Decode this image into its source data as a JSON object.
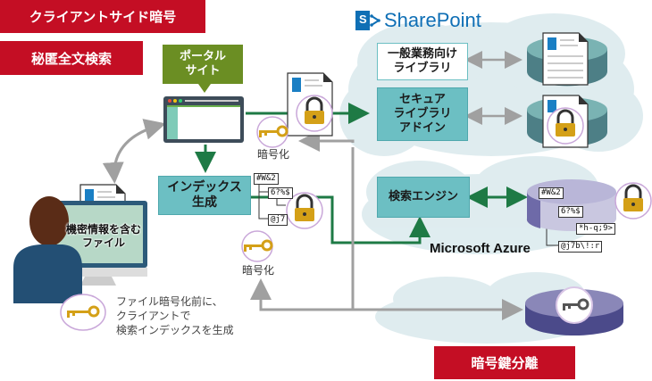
{
  "labels": {
    "client_side_encryption": "クライアントサイド暗号",
    "secret_fulltext_search": "秘匿全文検索",
    "key_separation": "暗号鍵分離"
  },
  "portal": {
    "callout_line1": "ポータル",
    "callout_line2": "サイト"
  },
  "sharepoint": {
    "logo_letter": "S",
    "brand": "SharePoint",
    "general_library_line1": "一般業務向け",
    "general_library_line2": "ライブラリ",
    "secure_library_line1": "セキュア",
    "secure_library_line2": "ライブラリ",
    "secure_library_line3": "アドイン"
  },
  "index_gen": {
    "line1": "インデックス",
    "line2": "生成"
  },
  "encrypt_labels": {
    "top": "暗号化",
    "middle": "暗号化"
  },
  "search_engine": "検索エンジン",
  "azure": "Microsoft Azure",
  "user_file": {
    "line1": "機密情報を含む",
    "line2": "ファイル"
  },
  "note": {
    "line1": "ファイル暗号化前に、",
    "line2": "クライアントで",
    "line3": "検索インデックスを生成"
  },
  "index_tokens_small": [
    "#W&2",
    "6?%$",
    "@j7"
  ],
  "index_tokens_azure": [
    "#W&2",
    "6?%$",
    "*h-q;9>",
    "@j7b\\!:r"
  ],
  "colors": {
    "red": "#c40e24",
    "green_callout": "#6b8e23",
    "teal": "#6cbfc3",
    "arrow_green": "#1e7a45",
    "arrow_gray": "#a0a0a0",
    "lock_gold": "#d4a017",
    "sharepoint_blue": "#0f6fb5",
    "db_teal": "#5f9ea0",
    "db_purple": "#4b4a8a"
  }
}
